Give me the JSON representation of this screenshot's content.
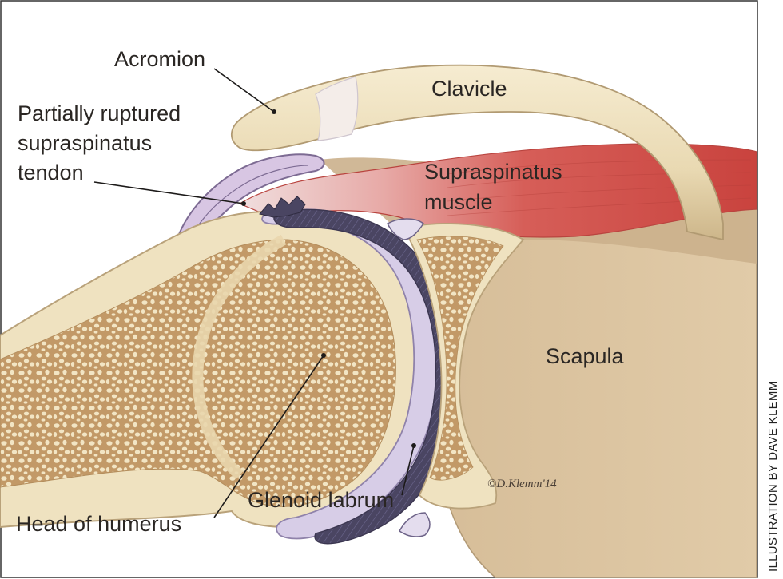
{
  "labels": {
    "acromion": "Acromion",
    "clavicle": "Clavicle",
    "tendon_line1": "Partially ruptured",
    "tendon_line2": "supraspinatus",
    "tendon_line3": "tendon",
    "muscle_line1": "Supraspinatus",
    "muscle_line2": "muscle",
    "scapula": "Scapula",
    "humerus": "Head of humerus",
    "labrum": "Glenoid labrum"
  },
  "signature": "©D.Klemm'14",
  "credit": "ILLUSTRATION BY DAVE KLEMM",
  "colors": {
    "bone": "#efe2c0",
    "bone_outline": "#b9a27a",
    "spongy": "#c9a272",
    "spongy_pore": "#f3e7c8",
    "cartilage": "#d9cfe8",
    "cartilage_outline": "#9c8fb3",
    "joint_capsule": "#4f4a66",
    "muscle": "#d8605b",
    "tendon": "#eedadb",
    "soft_tissue": "#c8ad8a"
  }
}
